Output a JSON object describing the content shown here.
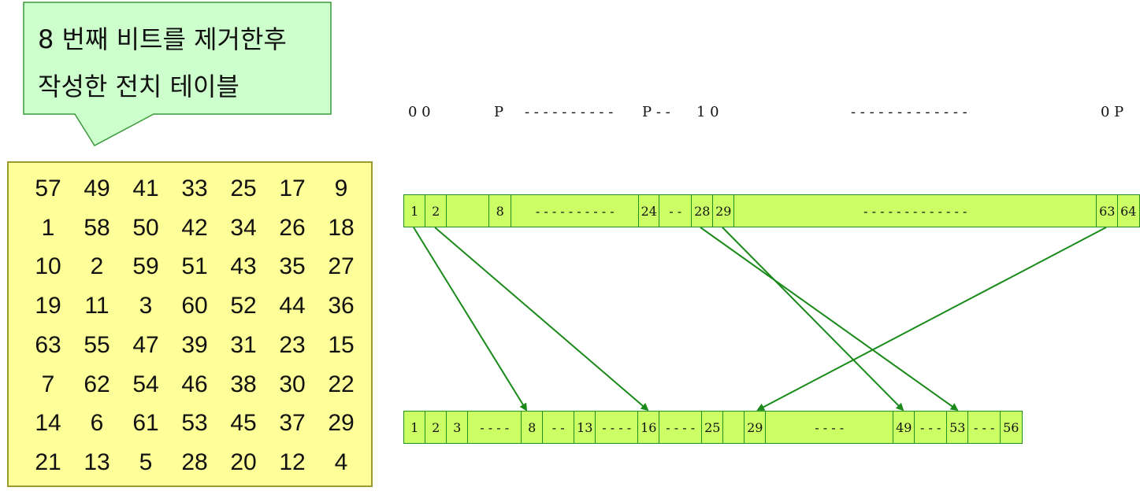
{
  "callout": {
    "lines": [
      "8 번째 비트를 제거한후",
      "작성한 전치 테이블"
    ]
  },
  "table": {
    "rows": [
      [
        "57",
        "49",
        "41",
        "33",
        "25",
        "17",
        "9"
      ],
      [
        "1",
        "58",
        "50",
        "42",
        "34",
        "26",
        "18"
      ],
      [
        "10",
        "2",
        "59",
        "51",
        "43",
        "35",
        "27"
      ],
      [
        "19",
        "11",
        "3",
        "60",
        "52",
        "44",
        "36"
      ],
      [
        "63",
        "55",
        "47",
        "39",
        "31",
        "23",
        "15"
      ],
      [
        "7",
        "62",
        "54",
        "46",
        "38",
        "30",
        "22"
      ],
      [
        "14",
        "6",
        "61",
        "53",
        "45",
        "37",
        "29"
      ],
      [
        "21",
        "13",
        "5",
        "28",
        "20",
        "12",
        "4"
      ]
    ]
  },
  "bit_labels": {
    "items": [
      "0 0",
      "P",
      "- - - - - - - - - -",
      "P - -",
      "1 0",
      "- - - - - - - - - - - - -",
      "0 P"
    ]
  },
  "top_strip": {
    "cells": [
      "1",
      "2",
      "",
      "8",
      "- - - - - - - - - -",
      "24",
      "- -",
      "",
      "28",
      "29",
      "- - - - - - - - - - - - -",
      "63",
      "64"
    ]
  },
  "bottom_strip": {
    "cells": [
      "1",
      "2",
      "3",
      "- - - -",
      "8",
      "- -",
      "13",
      "- - - -",
      "16",
      "- - - -",
      "25",
      "",
      "29",
      "- - - -",
      "49",
      "- - -",
      "53",
      "- - -",
      "56"
    ]
  },
  "arrow_color": "#1a8a1a"
}
